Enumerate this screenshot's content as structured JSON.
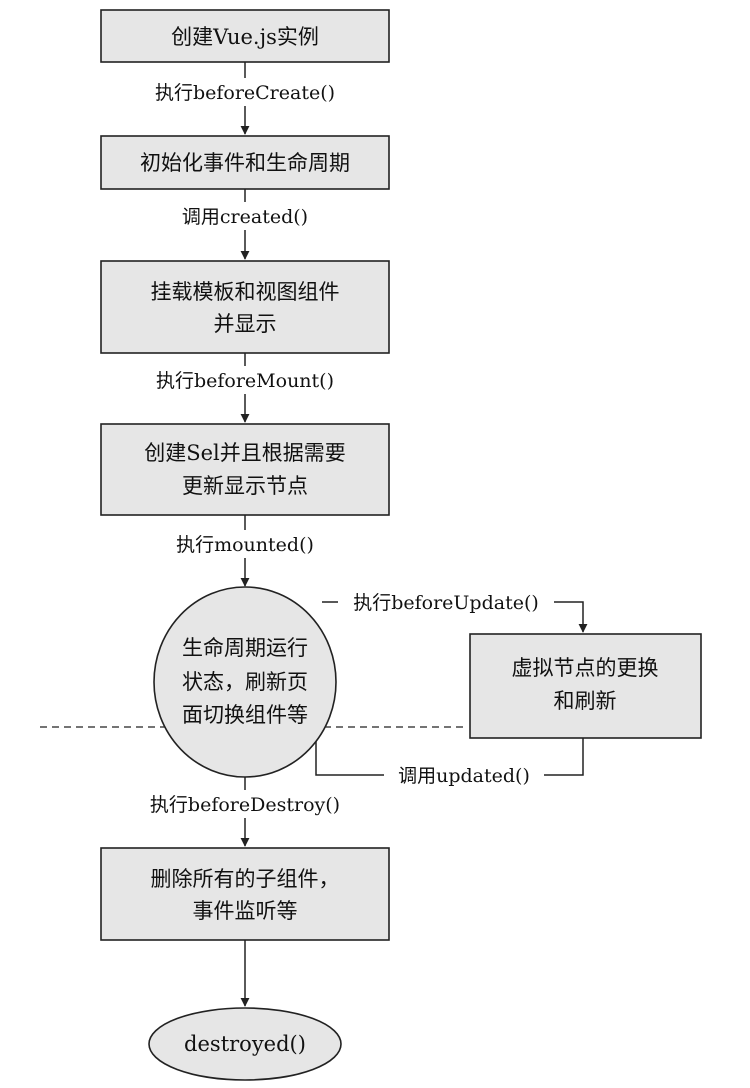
{
  "nodes": {
    "create_instance": "创建Vue.js实例",
    "init_events": "初始化事件和生命周期",
    "mount_template": [
      "挂载模板和视图组件",
      "并显示"
    ],
    "create_sel": [
      "创建Sel并且根据需要",
      "更新显示节点"
    ],
    "lifecycle_running": [
      "生命周期运行",
      "状态，刷新页",
      "面切换组件等"
    ],
    "virtual_node": [
      "虚拟节点的更换",
      "和刷新"
    ],
    "remove_children": [
      "删除所有的子组件，",
      "事件监听等"
    ],
    "destroyed": "destroyed()"
  },
  "edges": {
    "before_create": "执行beforeCreate()",
    "created": "调用created()",
    "before_mount": "执行beforeMount()",
    "mounted": "执行mounted()",
    "before_update": "执行beforeUpdate()",
    "updated": "调用updated()",
    "before_destroy": "执行beforeDestroy()"
  }
}
